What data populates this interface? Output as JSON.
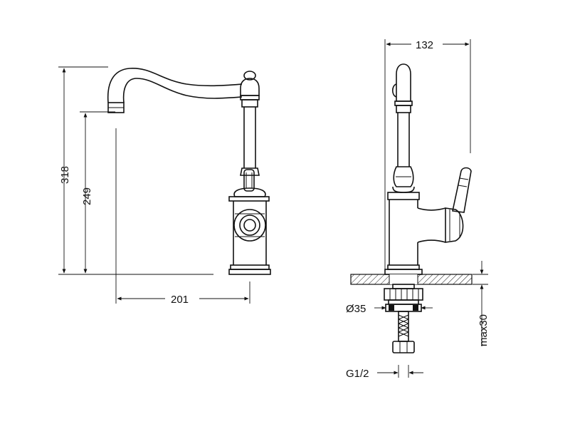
{
  "dimensions": {
    "overall_height": "318",
    "spout_height": "249",
    "spout_reach": "201",
    "body_width": "132",
    "base_diameter": "Ø35",
    "thread": "G1/2",
    "max_thickness": "max30"
  }
}
